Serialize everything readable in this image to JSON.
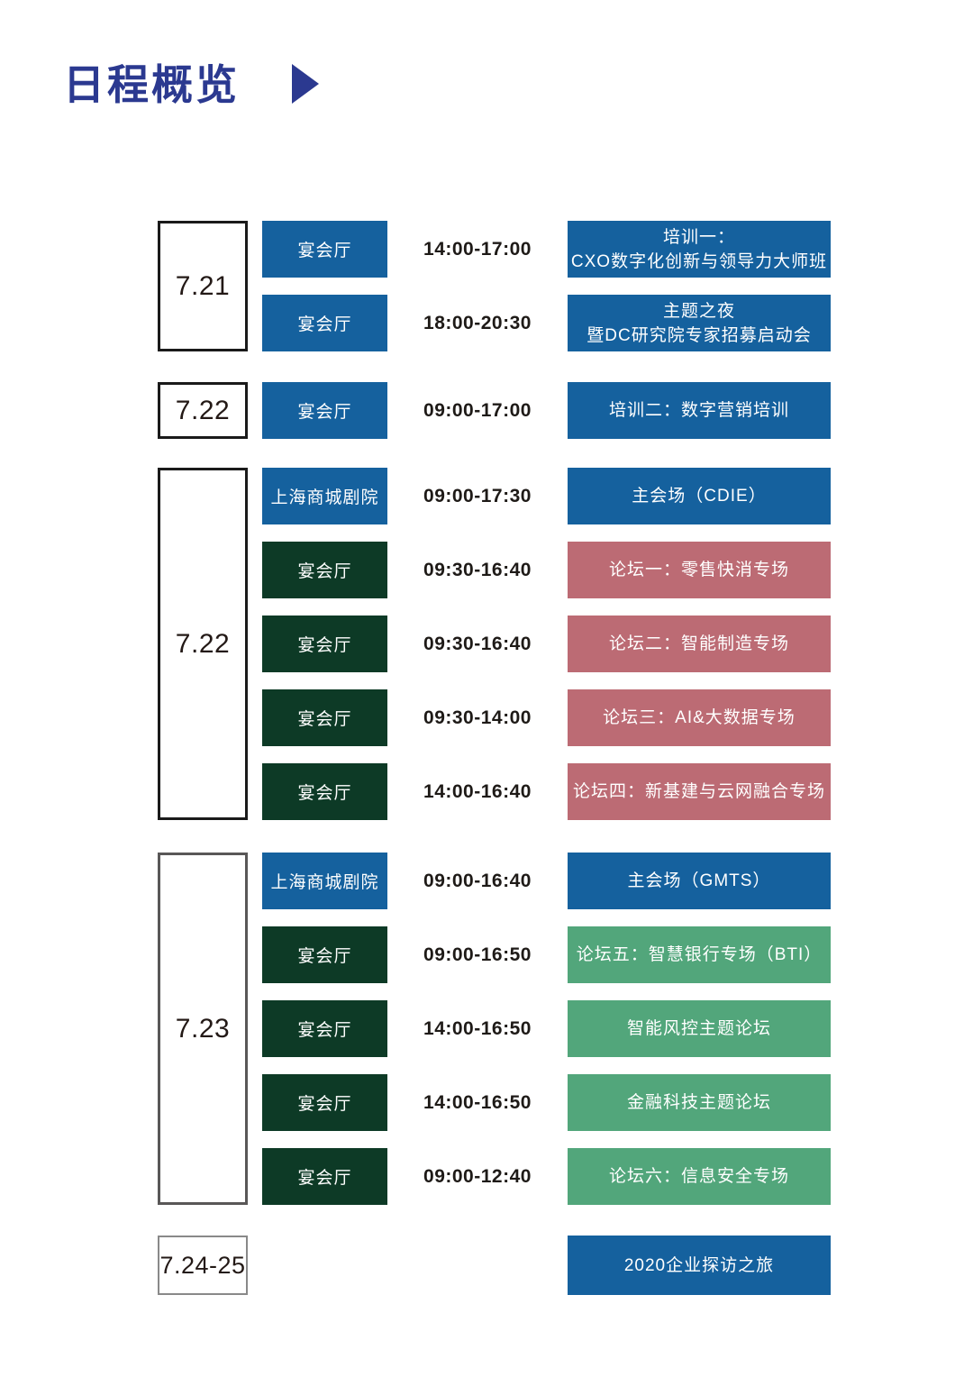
{
  "header": {
    "title": "日程概览",
    "arrow_icon": "play-triangle-icon"
  },
  "colors": {
    "title_blue": "#2B3990",
    "session_blue": "#15619E",
    "venue_dark_green": "#0D3A26",
    "forum_rose": "#BC6B74",
    "forum_green": "#52A67B",
    "date_border_black": "#1A1A1A",
    "date_border_gray": "#595757",
    "date_border_light": "#898989"
  },
  "schedule": {
    "groups": [
      {
        "date": "7.21",
        "rows": [
          {
            "venue": "宴会厅",
            "time": "14:00-17:00",
            "event": "培训一：\nCXO数字化创新与领导力大师班"
          },
          {
            "venue": "宴会厅",
            "time": "18:00-20:30",
            "event": "主题之夜\n暨DC研究院专家招募启动会"
          }
        ]
      },
      {
        "date": "7.22",
        "rows": [
          {
            "venue": "宴会厅",
            "time": "09:00-17:00",
            "event": "培训二：数字营销培训"
          }
        ]
      },
      {
        "date": "7.22",
        "rows": [
          {
            "venue": "上海商城剧院",
            "time": "09:00-17:30",
            "event": "主会场（CDIE）"
          },
          {
            "venue": "宴会厅",
            "time": "09:30-16:40",
            "event": "论坛一：零售快消专场"
          },
          {
            "venue": "宴会厅",
            "time": "09:30-16:40",
            "event": "论坛二：智能制造专场"
          },
          {
            "venue": "宴会厅",
            "time": "09:30-14:00",
            "event": "论坛三：AI&大数据专场"
          },
          {
            "venue": "宴会厅",
            "time": "14:00-16:40",
            "event": "论坛四：新基建与云网融合专场"
          }
        ]
      },
      {
        "date": "7.23",
        "rows": [
          {
            "venue": "上海商城剧院",
            "time": "09:00-16:40",
            "event": "主会场（GMTS）"
          },
          {
            "venue": "宴会厅",
            "time": "09:00-16:50",
            "event": "论坛五：智慧银行专场（BTI）"
          },
          {
            "venue": "宴会厅",
            "time": "14:00-16:50",
            "event": "智能风控主题论坛"
          },
          {
            "venue": "宴会厅",
            "time": "14:00-16:50",
            "event": "金融科技主题论坛"
          },
          {
            "venue": "宴会厅",
            "time": "09:00-12:40",
            "event": "论坛六：信息安全专场"
          }
        ]
      },
      {
        "date": "7.24-25",
        "rows": [
          {
            "event": "2020企业探访之旅"
          }
        ]
      }
    ]
  }
}
